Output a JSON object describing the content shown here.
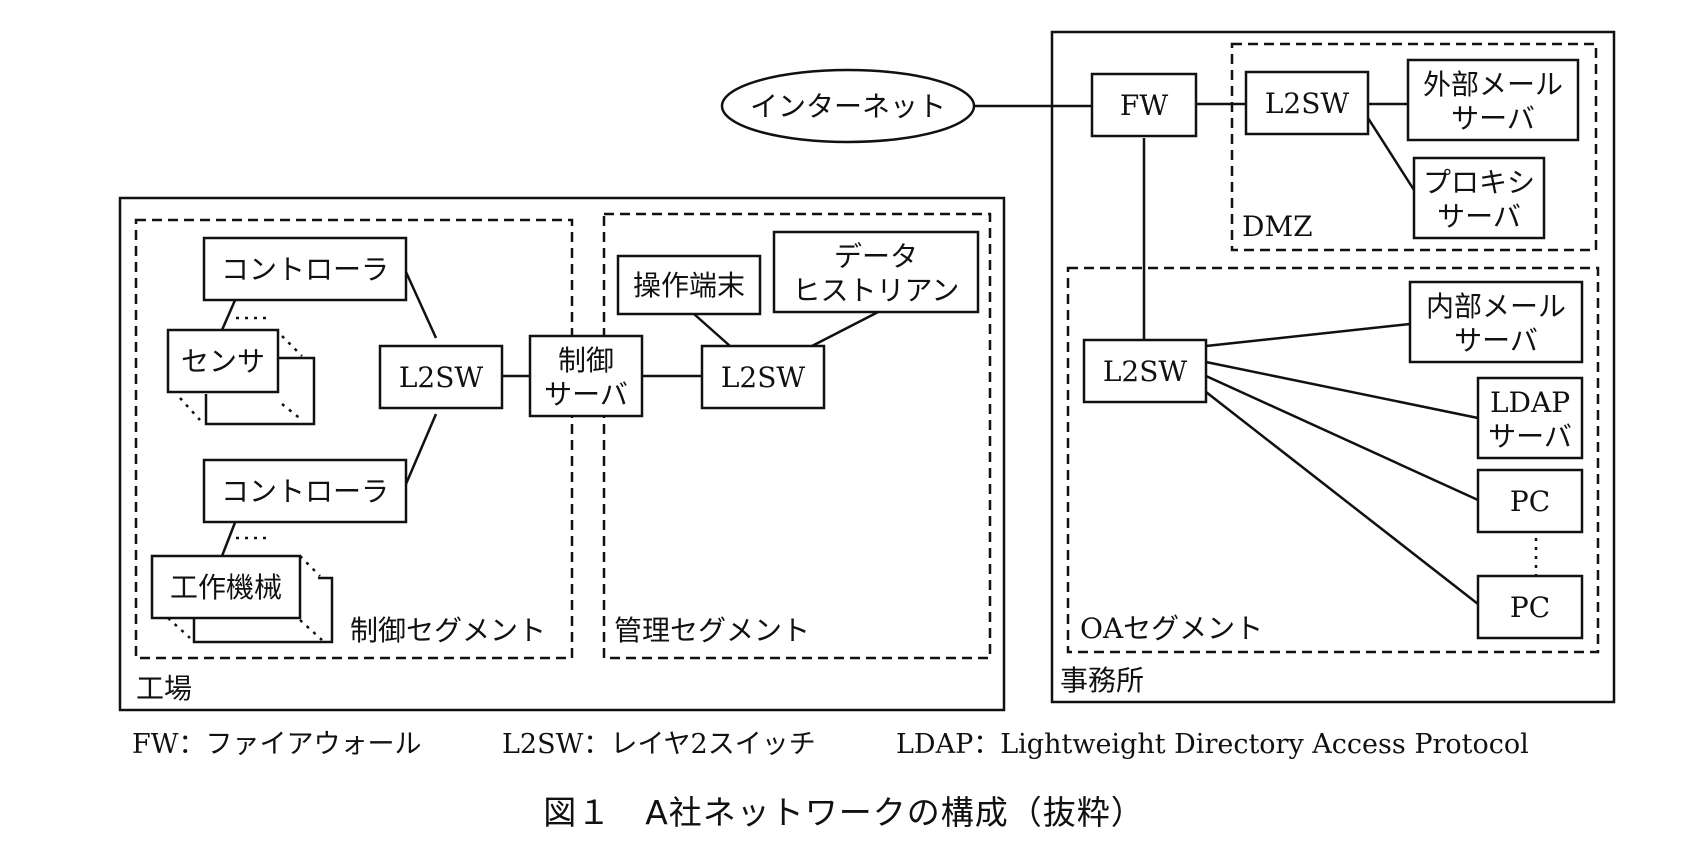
{
  "nodes": {
    "internet": "インターネット",
    "fw": "FW",
    "dmz_l2sw": "L2SW",
    "ext_mail": [
      "外部メール",
      "サーバ"
    ],
    "proxy": [
      "プロキシ",
      "サーバ"
    ],
    "oa_l2sw": "L2SW",
    "int_mail": [
      "内部メール",
      "サーバ"
    ],
    "ldap": [
      "LDAP",
      "サーバ"
    ],
    "pc1": "PC",
    "pc2": "PC",
    "controller1": "コントローラ",
    "sensor": "センサ",
    "controller2": "コントローラ",
    "machine": "工作機械",
    "ctrl_l2sw": "L2SW",
    "ctrl_server": [
      "制御",
      "サーバ"
    ],
    "mgmt_l2sw": "L2SW",
    "op_terminal": "操作端末",
    "historian": [
      "データ",
      "ヒストリアン"
    ]
  },
  "zones": {
    "dmz": "DMZ",
    "oa_segment": "OAセグメント",
    "office": "事務所",
    "control_segment": "制御セグメント",
    "management_segment": "管理セグメント",
    "factory": "工場"
  },
  "legend": {
    "fw": "FW：ファイアウォール",
    "l2sw": "L2SW：レイヤ2スイッチ",
    "ldap": "LDAP：Lightweight Directory Access Protocol"
  },
  "caption": "図１　A社ネットワークの構成（抜粋）"
}
